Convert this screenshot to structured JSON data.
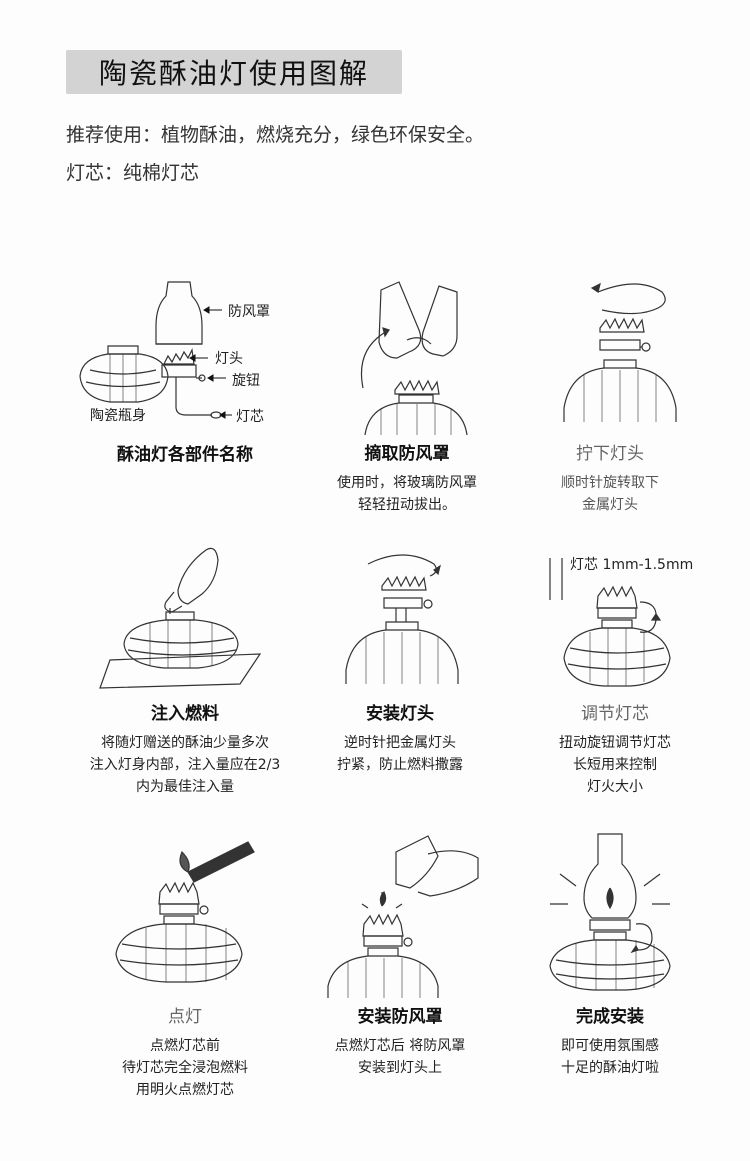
{
  "title": "陶瓷酥油灯使用图解",
  "intro": {
    "line1": "推荐使用：植物酥油，燃烧充分，绿色环保安全。",
    "line2": "灯芯：纯棉灯芯"
  },
  "parts": {
    "chimney": "防风罩",
    "burner": "灯头",
    "knob": "旋钮",
    "wick": "灯芯",
    "body": "陶瓷瓶身"
  },
  "wick_spec": "灯芯 1mm-1.5mm",
  "steps": [
    {
      "title": "酥油灯各部件名称",
      "desc": ""
    },
    {
      "title": "摘取防风罩",
      "desc": "使用时，将玻璃防风罩\n轻轻扭动拔出。"
    },
    {
      "title": "拧下灯头",
      "desc": "顺时针旋转取下\n金属灯头"
    },
    {
      "title": "注入燃料",
      "desc": "将随灯赠送的酥油少量多次\n注入灯身内部，注入量应在2/3\n内为最佳注入量"
    },
    {
      "title": "安装灯头",
      "desc": "逆时针把金属灯头\n拧紧，防止燃料撒露"
    },
    {
      "title": "调节灯芯",
      "desc": "扭动旋钮调节灯芯\n长短用来控制\n灯火大小"
    },
    {
      "title": "点灯",
      "desc": "点燃灯芯前\n待灯芯完全浸泡燃料\n用明火点燃灯芯"
    },
    {
      "title": "安装防风罩",
      "desc": "点燃灯芯后 将防风罩\n安装到灯头上"
    },
    {
      "title": "完成安装",
      "desc": "即可使用氛围感\n十足的酥油灯啦"
    }
  ]
}
